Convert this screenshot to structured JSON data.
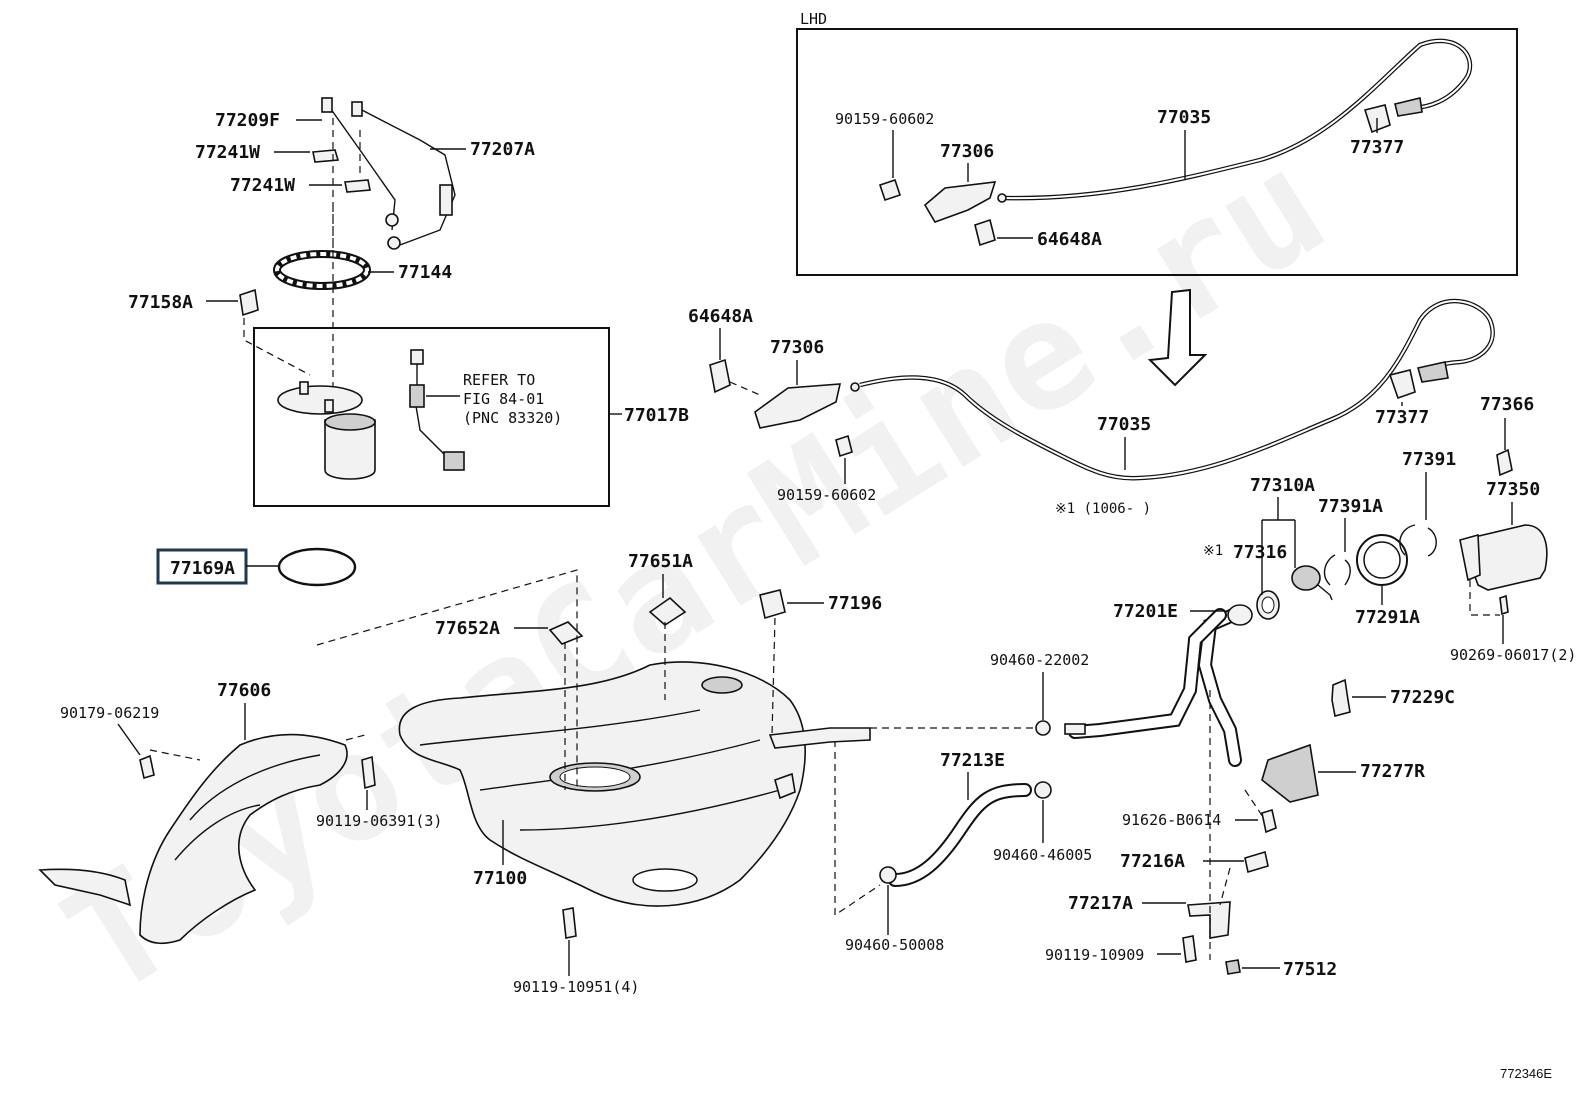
{
  "watermark": "ToyotaCarMine.ru",
  "diagram_code": "772346E",
  "lhd_box": {
    "title": "LHD",
    "parts": {
      "p90159": "90159-60602",
      "p77306": "77306",
      "p77035": "77035",
      "p77377": "77377",
      "p64648A": "64648A"
    }
  },
  "pump_box": {
    "refer_line1": "REFER TO",
    "refer_line2": "FIG 84-01",
    "refer_line3": "(PNC 83320)",
    "part": "77017B"
  },
  "labels": {
    "l77209F": "77209F",
    "l77241W_a": "77241W",
    "l77241W_b": "77241W",
    "l77207A": "77207A",
    "l77144": "77144",
    "l77158A": "77158A",
    "l77169A": "77169A",
    "l64648A": "64648A",
    "l77306": "77306",
    "l90159": "90159-60602",
    "l77035": "77035",
    "l77377": "77377",
    "l77366": "77366",
    "l77391": "77391",
    "l77350": "77350",
    "l77310A": "77310A",
    "l77391A": "77391A",
    "l77316": "77316",
    "l77316_mark": "※1",
    "l77291A": "77291A",
    "l77201E": "77201E",
    "l90269": "90269-06017(2)",
    "l1006": "※1 (1006-        )",
    "l77651A": "77651A",
    "l77652A": "77652A",
    "l77196": "77196",
    "l90460_22002": "90460-22002",
    "l77229C": "77229C",
    "l77606": "77606",
    "l90179": "90179-06219",
    "l90119_06391": "90119-06391(3)",
    "l77100": "77100",
    "l90119_10951": "90119-10951(4)",
    "l77213E": "77213E",
    "l90460_46005": "90460-46005",
    "l90460_50008": "90460-50008",
    "l77277R": "77277R",
    "l91626": "91626-B0614",
    "l77216A": "77216A",
    "l77217A": "77217A",
    "l90119_10909": "90119-10909",
    "l77512": "77512"
  }
}
